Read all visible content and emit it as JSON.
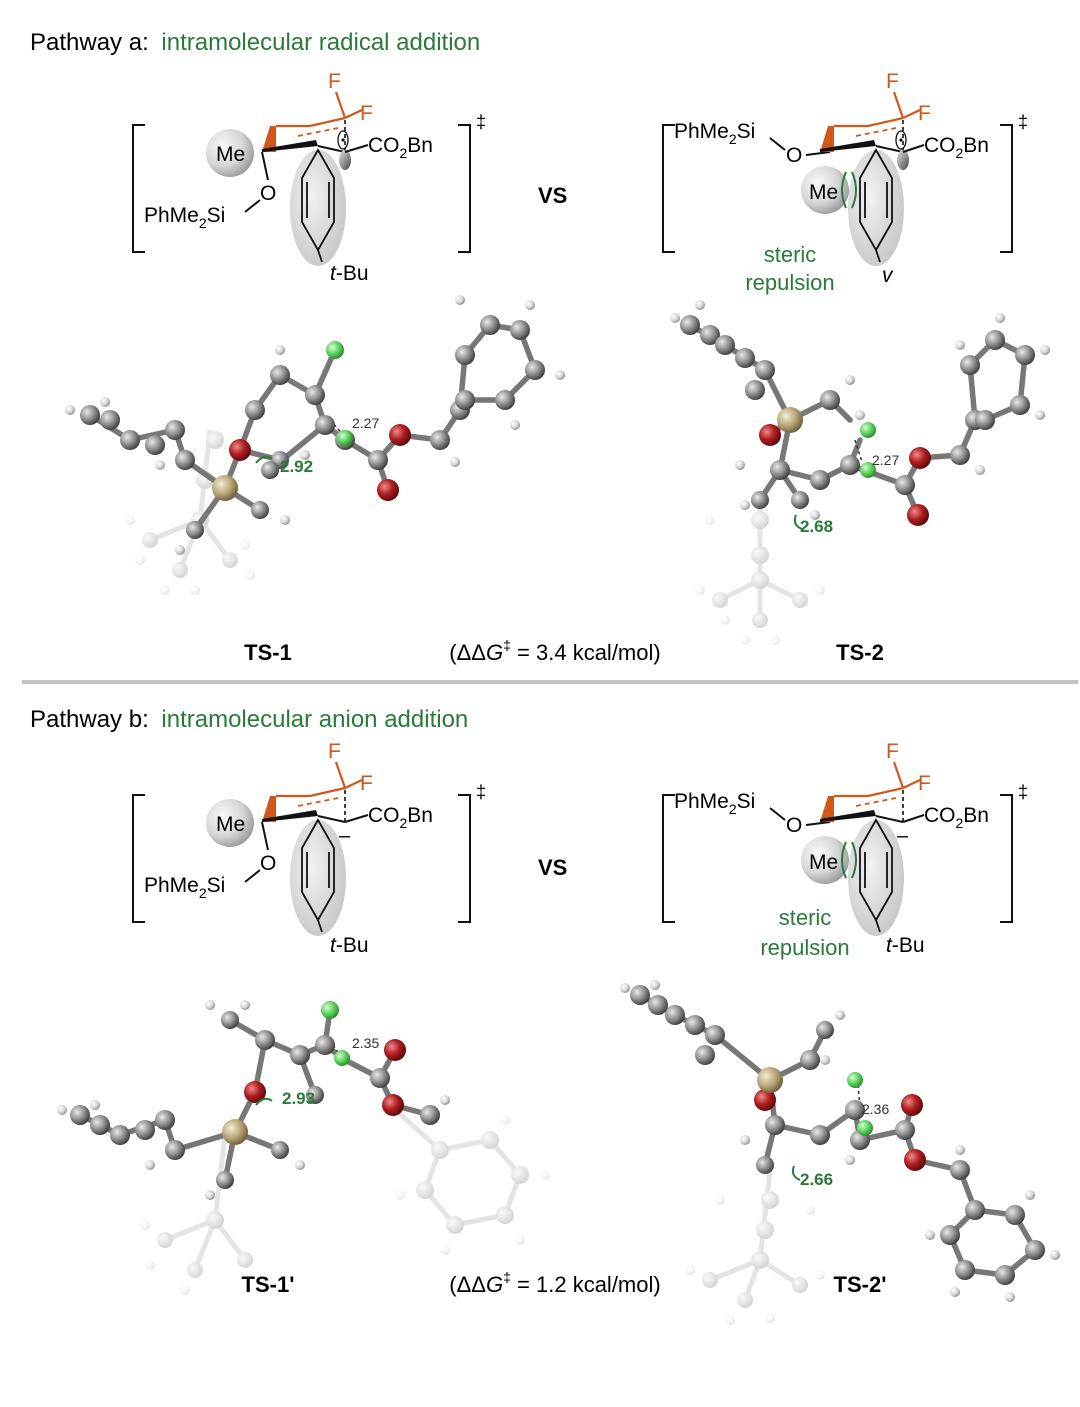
{
  "colors": {
    "green": "#2a7a3a",
    "orange": "#d0581a",
    "black": "#111111",
    "atom_c": "#8a8a8a",
    "atom_o": "#a81e22",
    "atom_f": "#5bd05b",
    "atom_si": "#b8a678",
    "atom_h": "#d8d8d8",
    "divider": "#c4c4c4"
  },
  "pathway_a": {
    "label": "Pathway a:",
    "description": "intramolecular radical addition",
    "ts1": {
      "me": "Me",
      "ester": "CO",
      "ester_sub": "2",
      "ester_tail": "Bn",
      "silyl_o": "O",
      "silyl": "PhMe",
      "silyl_sub": "2",
      "silyl_tail": "Si",
      "tbu_t": "t",
      "tbu_rest": "-Bu",
      "dagger": "‡",
      "f1": "F",
      "f2": "F"
    },
    "vs": "VS",
    "ts2": {
      "silyl": "PhMe",
      "silyl_sub": "2",
      "silyl_tail": "Si",
      "silyl_o": "O",
      "ester": "CO",
      "ester_sub": "2",
      "ester_tail": "Bn",
      "me": "Me",
      "steric_1": "steric",
      "steric_2": "repulsion",
      "tail": "v",
      "dagger": "‡",
      "f1": "F",
      "f2": "F"
    },
    "model1": {
      "dist_small": "2.27",
      "dist_green": "2.92",
      "label": "TS-1"
    },
    "model2": {
      "dist_small": "2.27",
      "dist_green": "2.68",
      "label": "TS-2"
    },
    "energy_pre": "(ΔΔ",
    "energy_g": "G",
    "energy_sup": "‡",
    "energy_post": " = 3.4 kcal/mol)"
  },
  "pathway_b": {
    "label": "Pathway b:",
    "description": "intramolecular anion addition",
    "ts1": {
      "me": "Me",
      "ester": "CO",
      "ester_sub": "2",
      "ester_tail": "Bn",
      "silyl_o": "O",
      "silyl": "PhMe",
      "silyl_sub": "2",
      "silyl_tail": "Si",
      "tbu_t": "t",
      "tbu_rest": "-Bu",
      "dagger": "‡",
      "f1": "F",
      "f2": "F",
      "minus": "–"
    },
    "vs": "VS",
    "ts2": {
      "silyl": "PhMe",
      "silyl_sub": "2",
      "silyl_tail": "Si",
      "silyl_o": "O",
      "ester": "CO",
      "ester_sub": "2",
      "ester_tail": "Bn",
      "me": "Me",
      "steric_1": "steric",
      "steric_2": "repulsion",
      "tbu_t": "t",
      "tbu_rest": "-Bu",
      "dagger": "‡",
      "f1": "F",
      "f2": "F",
      "minus": "–"
    },
    "model1": {
      "dist_small": "2.35",
      "dist_green": "2.93",
      "label": "TS-1'"
    },
    "model2": {
      "dist_small": "2.36",
      "dist_green": "2.66",
      "label": "TS-2'"
    },
    "energy_pre": "(ΔΔ",
    "energy_g": "G",
    "energy_sup": "‡",
    "energy_post": " = 1.2 kcal/mol)"
  }
}
